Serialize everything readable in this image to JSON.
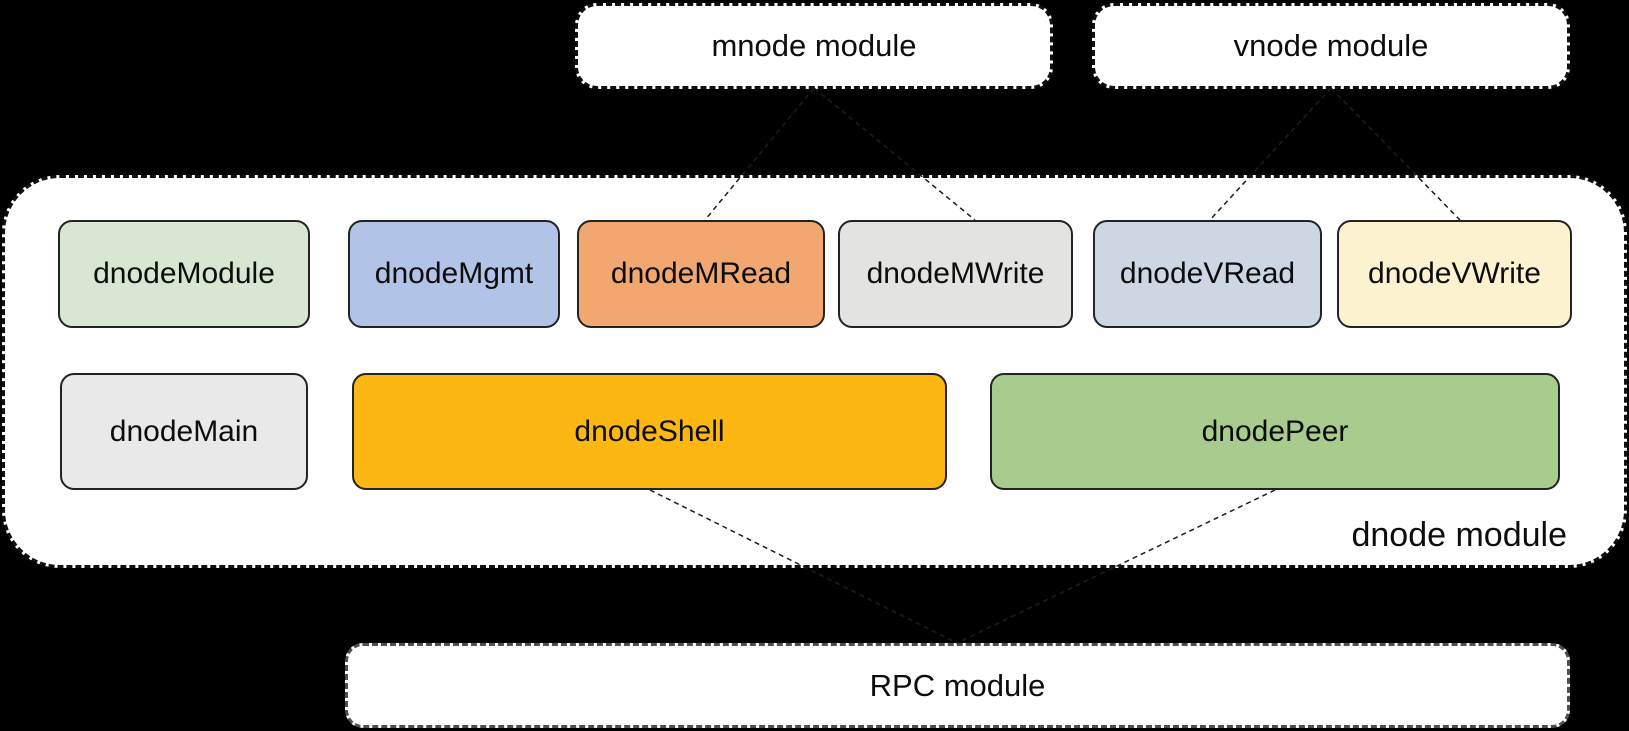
{
  "top_modules": {
    "mnode": {
      "label": "mnode module"
    },
    "vnode": {
      "label": "vnode module"
    }
  },
  "dnode_module": {
    "label": "dnode module",
    "row1": [
      {
        "label": "dnodeModule",
        "color": "#d8e7d2"
      },
      {
        "label": "dnodeMgmt",
        "color": "#b1c4e7"
      },
      {
        "label": "dnodeMRead",
        "color": "#f1a76f"
      },
      {
        "label": "dnodeMWrite",
        "color": "#e3e3e2"
      },
      {
        "label": "dnodeVRead",
        "color": "#cdd7e3"
      },
      {
        "label": "dnodeVWrite",
        "color": "#fcf2cf"
      }
    ],
    "row2": [
      {
        "label": "dnodeMain",
        "color": "#e9e9e9"
      },
      {
        "label": "dnodeShell",
        "color": "#fcb713"
      },
      {
        "label": "dnodePeer",
        "color": "#a8cb8e"
      }
    ]
  },
  "rpc_module": {
    "label": "RPC module"
  },
  "colors": {
    "background": "#000000",
    "box_fill": "#ffffff",
    "dashed_border": "#101010",
    "rpc_border": "#4f4f4f",
    "node_border": "#232323",
    "connector": "#1c1c1c",
    "text": "#0d0d0d"
  }
}
